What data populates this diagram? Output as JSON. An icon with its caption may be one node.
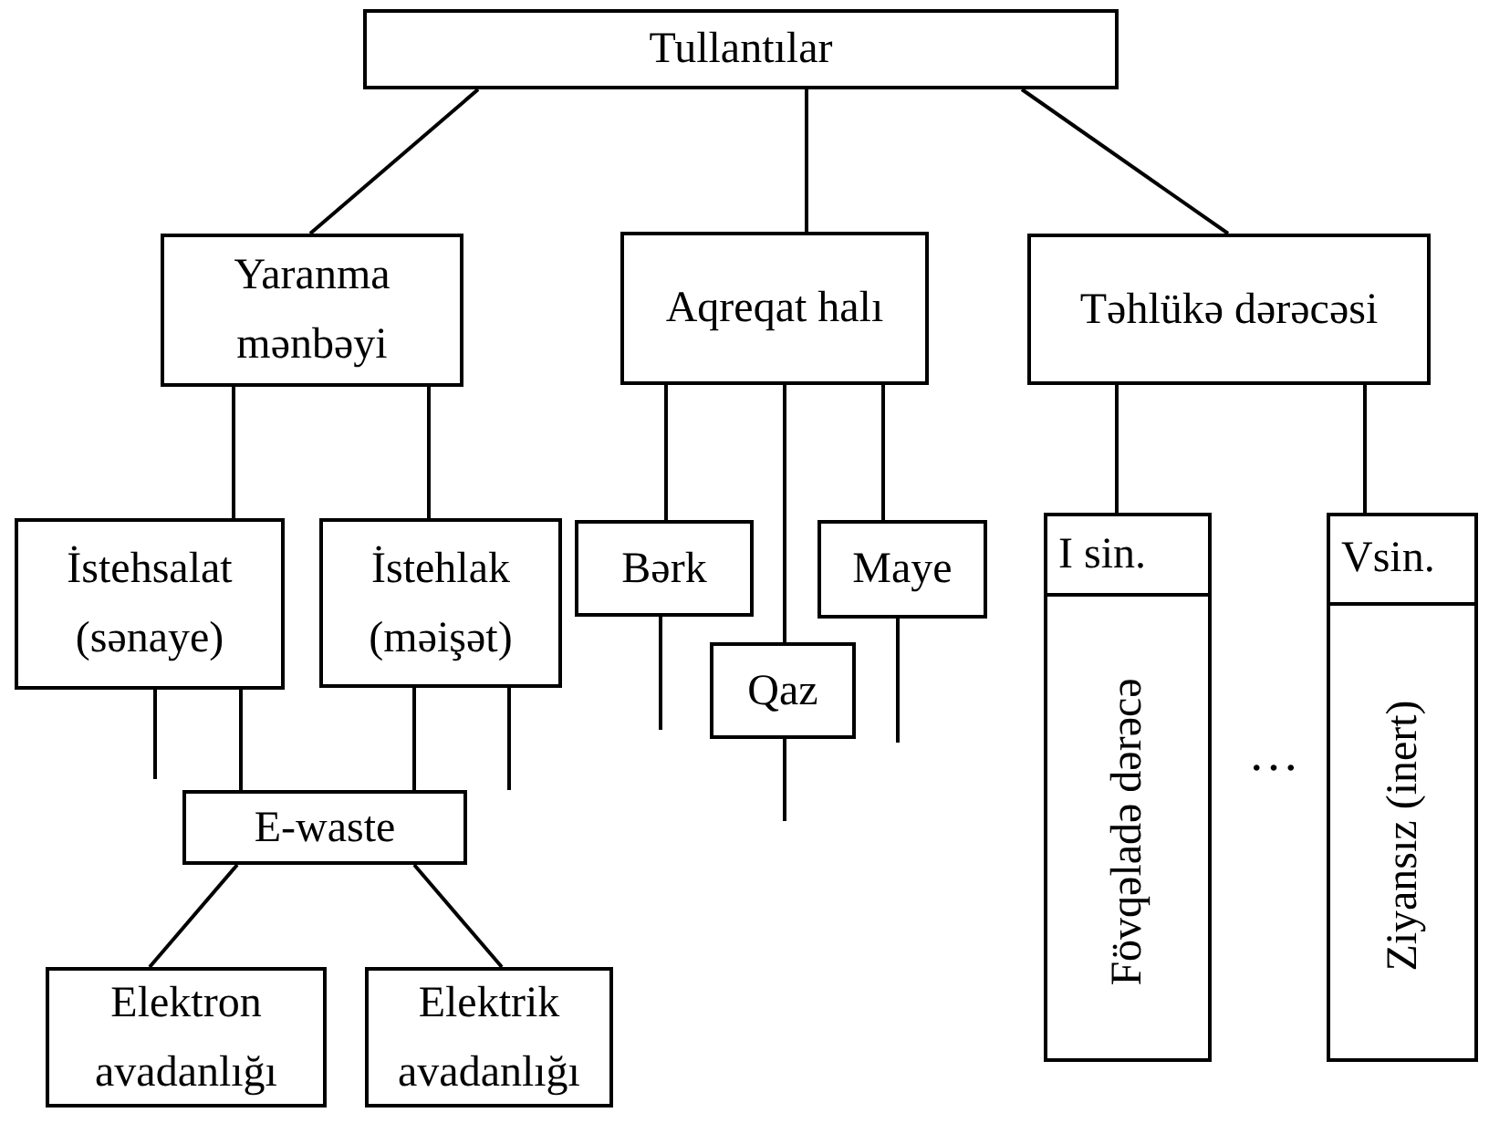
{
  "diagram": {
    "nodes": [
      {
        "text": [
          "Tullantılar"
        ]
      },
      {
        "text": [
          "Yaranma mənbəyi"
        ]
      },
      {
        "text": [
          "Aqreqat halı"
        ]
      },
      {
        "text": [
          "Təhlükə dərəcəsi"
        ]
      },
      {
        "text": [
          "İstehsalat (sənaye)"
        ]
      },
      {
        "text": [
          "İstehlak (məişət)"
        ]
      },
      {
        "text": [
          "Bərk"
        ]
      },
      {
        "text": [
          "Qaz"
        ]
      },
      {
        "text": [
          "Maye"
        ]
      },
      {
        "text": [
          "I sin.",
          "Fövqəladə dərəcə"
        ]
      },
      {
        "text": [
          "Vsin.",
          "Ziyansız (inert)"
        ]
      },
      {
        "text": [
          "E-waste"
        ]
      },
      {
        "text": [
          "Elektron avadanlığı"
        ]
      },
      {
        "text": [
          "Elektrik avadanlığı"
        ]
      }
    ],
    "edges": [
      {
        "from": 0,
        "to": 1,
        "arrow": "none"
      },
      {
        "from": 0,
        "to": 2,
        "arrow": "none"
      },
      {
        "from": 0,
        "to": 3,
        "arrow": "none"
      },
      {
        "from": 1,
        "to": 4,
        "arrow": "none"
      },
      {
        "from": 1,
        "to": 5,
        "arrow": "none"
      },
      {
        "from": 2,
        "to": 6,
        "arrow": "none"
      },
      {
        "from": 2,
        "to": 7,
        "arrow": "none"
      },
      {
        "from": 2,
        "to": 8,
        "arrow": "none"
      },
      {
        "from": 3,
        "to": 9,
        "arrow": "none"
      },
      {
        "from": 3,
        "to": 10,
        "arrow": "none"
      },
      {
        "from": 4,
        "to": null,
        "arrow": "none"
      },
      {
        "from": 4,
        "to": 11,
        "arrow": "none"
      },
      {
        "from": 5,
        "to": 11,
        "arrow": "none"
      },
      {
        "from": 5,
        "to": null,
        "arrow": "none"
      },
      {
        "from": 6,
        "to": null,
        "arrow": "none"
      },
      {
        "from": 7,
        "to": null,
        "arrow": "none"
      },
      {
        "from": 8,
        "to": null,
        "arrow": "none"
      },
      {
        "from": 11,
        "to": 12,
        "arrow": "none"
      },
      {
        "from": 11,
        "to": 13,
        "arrow": "none"
      }
    ],
    "labels": [
      "…"
    ]
  }
}
